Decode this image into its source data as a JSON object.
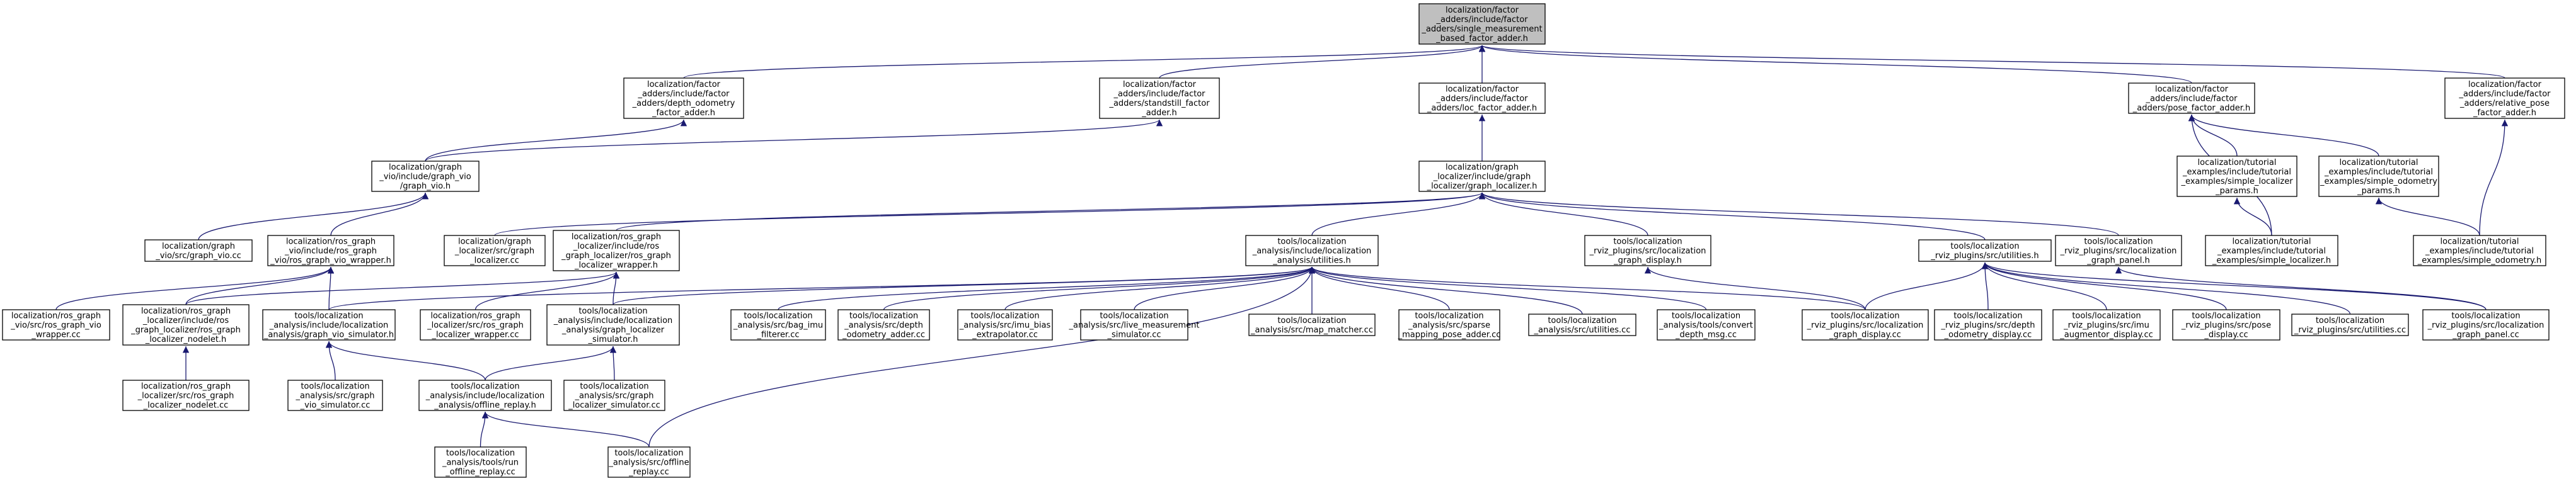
{
  "colors": {
    "edge": "#191970",
    "root_fill": "#bfbfbf",
    "node_fill": "#ffffff",
    "border": "#000000"
  },
  "nodes": {
    "root": [
      "localization/factor",
      "_adders/include/factor",
      "_adders/single_measurement",
      "_based_factor_adder.h"
    ],
    "depth_odometry": [
      "localization/factor",
      "_adders/include/factor",
      "_adders/depth_odometry",
      "_factor_adder.h"
    ],
    "standstill": [
      "localization/factor",
      "_adders/include/factor",
      "_adders/standstill_factor",
      "_adder.h"
    ],
    "loc_factor": [
      "localization/factor",
      "_adders/include/factor",
      "_adders/loc_factor_adder.h"
    ],
    "pose_factor": [
      "localization/factor",
      "_adders/include/factor",
      "_adders/pose_factor_adder.h"
    ],
    "relative_pose": [
      "localization/factor",
      "_adders/include/factor",
      "_adders/relative_pose",
      "_factor_adder.h"
    ],
    "graph_vio_h": [
      "localization/graph",
      "_vio/include/graph_vio",
      "/graph_vio.h"
    ],
    "graph_localizer_h": [
      "localization/graph",
      "_localizer/include/graph",
      "_localizer/graph_localizer.h"
    ],
    "tut_simple_localizer_params": [
      "localization/tutorial",
      "_examples/include/tutorial",
      "_examples/simple_localizer",
      "_params.h"
    ],
    "tut_simple_odometry_params": [
      "localization/tutorial",
      "_examples/include/tutorial",
      "_examples/simple_odometry",
      "_params.h"
    ],
    "graph_vio_cc": [
      "localization/graph",
      "_vio/src/graph_vio.cc"
    ],
    "ros_graph_vio_wrapper_h": [
      "localization/ros_graph",
      "_vio/include/ros_graph",
      "_vio/ros_graph_vio_wrapper.h"
    ],
    "graph_localizer_cc": [
      "localization/graph",
      "_localizer/src/graph",
      "_localizer.cc"
    ],
    "ros_graph_localizer_wrapper_h": [
      "localization/ros_graph",
      "_localizer/include/ros",
      "_graph_localizer/ros_graph",
      "_localizer_wrapper.h"
    ],
    "utilities_h": [
      "tools/localization",
      "_analysis/include/localization",
      "_analysis/utilities.h"
    ],
    "graph_display_h": [
      "tools/localization",
      "_rviz_plugins/src/localization",
      "_graph_display.h"
    ],
    "rviz_utilities_h": [
      "tools/localization",
      "_rviz_plugins/src/utilities.h"
    ],
    "graph_panel_h": [
      "tools/localization",
      "_rviz_plugins/src/localization",
      "_graph_panel.h"
    ],
    "tut_simple_localizer_h": [
      "localization/tutorial",
      "_examples/include/tutorial",
      "_examples/simple_localizer.h"
    ],
    "tut_simple_odometry_h": [
      "localization/tutorial",
      "_examples/include/tutorial",
      "_examples/simple_odometry.h"
    ],
    "ros_graph_vio_wrapper_cc": [
      "localization/ros_graph",
      "_vio/src/ros_graph_vio",
      "_wrapper.cc"
    ],
    "ros_graph_localizer_nodelet_h": [
      "localization/ros_graph",
      "_localizer/include/ros",
      "_graph_localizer/ros_graph",
      "_localizer_nodelet.h"
    ],
    "graph_vio_simulator_h": [
      "tools/localization",
      "_analysis/include/localization",
      "_analysis/graph_vio_simulator.h"
    ],
    "ros_graph_localizer_wrapper_cc": [
      "localization/ros_graph",
      "_localizer/src/ros_graph",
      "_localizer_wrapper.cc"
    ],
    "graph_localizer_simulator_h": [
      "tools/localization",
      "_analysis/include/localization",
      "_analysis/graph_localizer",
      "_simulator.h"
    ],
    "bag_imu_filterer": [
      "tools/localization",
      "_analysis/src/bag_imu",
      "_filterer.cc"
    ],
    "depth_odometry_adder": [
      "tools/localization",
      "_analysis/src/depth",
      "_odometry_adder.cc"
    ],
    "imu_bias_extrapolator": [
      "tools/localization",
      "_analysis/src/imu_bias",
      "_extrapolator.cc"
    ],
    "live_measurement_simulator": [
      "tools/localization",
      "_analysis/src/live_measurement",
      "_simulator.cc"
    ],
    "map_matcher": [
      "tools/localization",
      "_analysis/src/map_matcher.cc"
    ],
    "sparse_mapping_pose_adder": [
      "tools/localization",
      "_analysis/src/sparse",
      "_mapping_pose_adder.cc"
    ],
    "analysis_utilities_cc": [
      "tools/localization",
      "_analysis/src/utilities.cc"
    ],
    "convert_depth_msg": [
      "tools/localization",
      "_analysis/tools/convert",
      "_depth_msg.cc"
    ],
    "graph_display_cc": [
      "tools/localization",
      "_rviz_plugins/src/localization",
      "_graph_display.cc"
    ],
    "depth_odometry_display": [
      "tools/localization",
      "_rviz_plugins/src/depth",
      "_odometry_display.cc"
    ],
    "imu_augmentor_display": [
      "tools/localization",
      "_rviz_plugins/src/imu",
      "_augmentor_display.cc"
    ],
    "pose_display": [
      "tools/localization",
      "_rviz_plugins/src/pose",
      "_display.cc"
    ],
    "rviz_utilities_cc": [
      "tools/localization",
      "_rviz_plugins/src/utilities.cc"
    ],
    "graph_panel_cc": [
      "tools/localization",
      "_rviz_plugins/src/localization",
      "_graph_panel.cc"
    ],
    "ros_graph_localizer_nodelet_cc": [
      "localization/ros_graph",
      "_localizer/src/ros_graph",
      "_localizer_nodelet.cc"
    ],
    "graph_vio_simulator_cc": [
      "tools/localization",
      "_analysis/src/graph",
      "_vio_simulator.cc"
    ],
    "offline_replay_h": [
      "tools/localization",
      "_analysis/include/localization",
      "_analysis/offline_replay.h"
    ],
    "graph_localizer_simulator_cc": [
      "tools/localization",
      "_analysis/src/graph",
      "_localizer_simulator.cc"
    ],
    "run_offline_replay": [
      "tools/localization",
      "_analysis/tools/run",
      "_offline_replay.cc"
    ],
    "offline_replay_cc": [
      "tools/localization",
      "_analysis/src/offline",
      "_replay.cc"
    ]
  }
}
